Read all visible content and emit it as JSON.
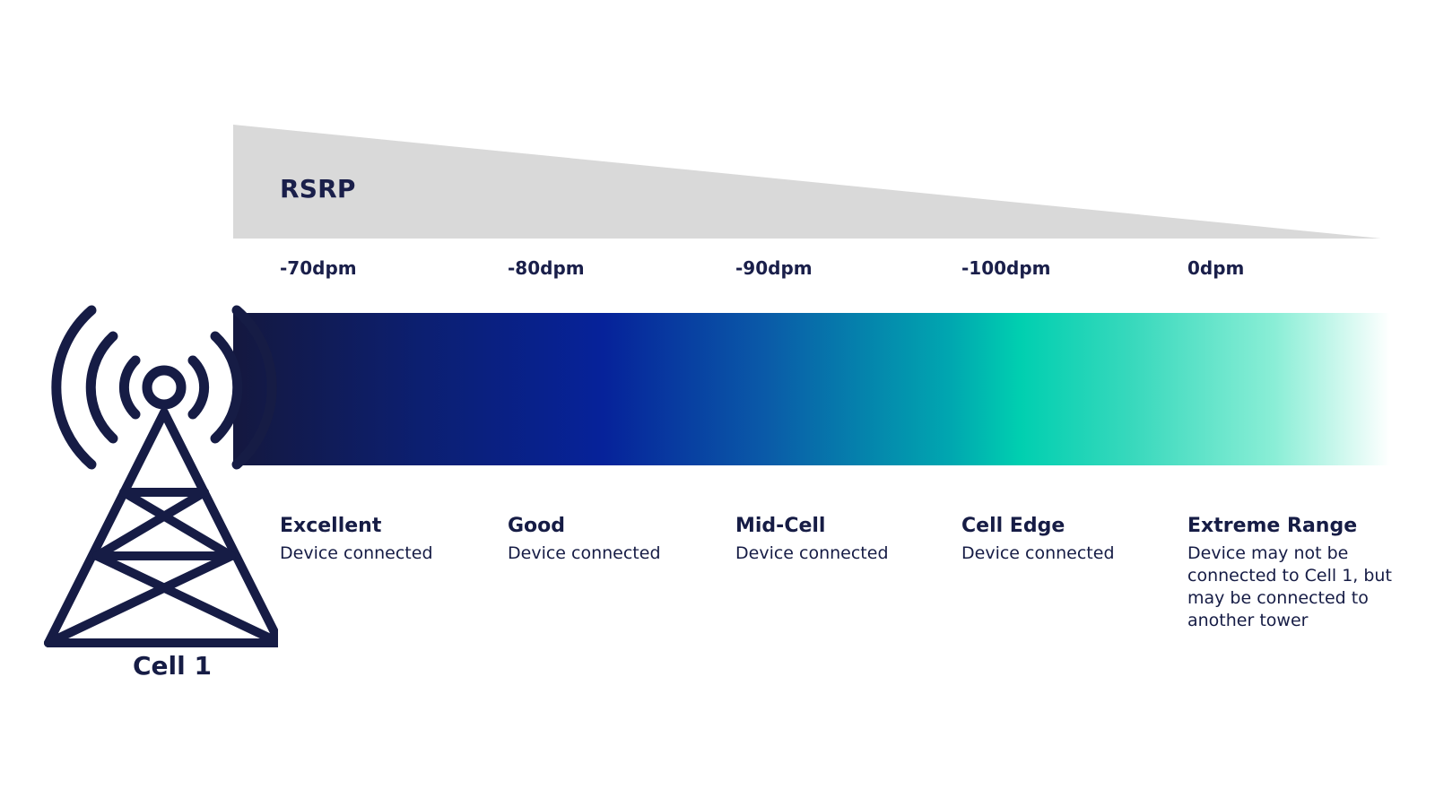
{
  "diagram": {
    "rsrp_label": "RSRP",
    "levels": [
      {
        "value": "-70dpm",
        "title": "Excellent",
        "description": "Device connected"
      },
      {
        "value": "-80dpm",
        "title": "Good",
        "description": "Device connected"
      },
      {
        "value": "-90dpm",
        "title": "Mid-Cell",
        "description": "Device connected"
      },
      {
        "value": "-100dpm",
        "title": "Cell Edge",
        "description": "Device connected"
      },
      {
        "value": "0dpm",
        "title": "Extreme Range",
        "description": "Device may not be connected to Cell 1, but may be connected to another tower"
      }
    ],
    "tower_label": "Cell 1",
    "colors": {
      "dark_navy": "#161c45",
      "deep_blue": "#06229a",
      "teal": "#00cfb0",
      "wedge_gray": "#d9d9d9"
    },
    "icons": [
      "cell-tower-icon"
    ]
  }
}
